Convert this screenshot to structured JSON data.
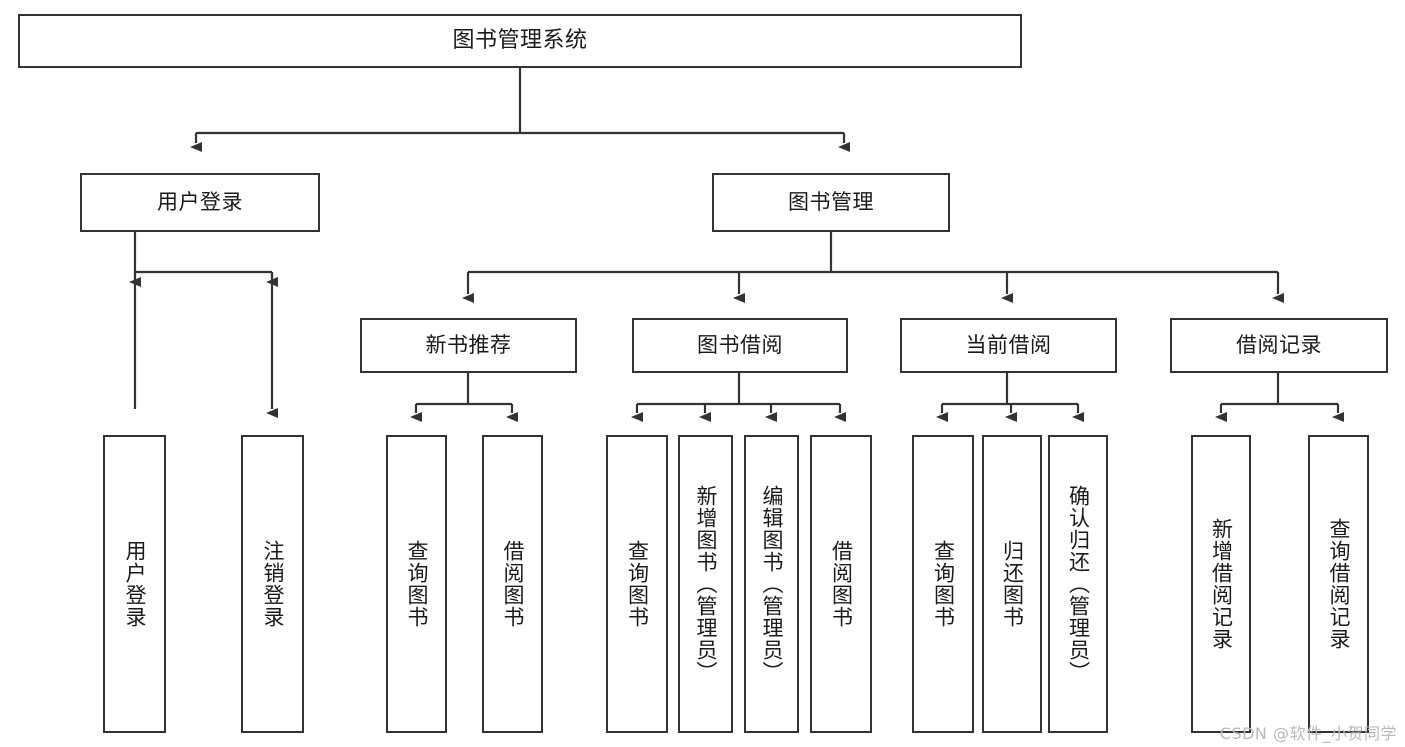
{
  "diagram": {
    "title": "图书管理系统",
    "watermark": "CSDN @软件_小贺同学",
    "colors": {
      "stroke": "#333333",
      "fill": "#ffffff",
      "text": "#1a1a1a",
      "watermark": "#b9b9b9"
    },
    "nodes": {
      "root": {
        "label": "图书管理系统",
        "orientation": "horizontal"
      },
      "level2": [
        {
          "id": "user-login",
          "label": "用户登录",
          "orientation": "horizontal"
        },
        {
          "id": "book-management",
          "label": "图书管理",
          "orientation": "horizontal"
        }
      ],
      "level3": [
        {
          "id": "new-book-recommend",
          "label": "新书推荐",
          "orientation": "horizontal"
        },
        {
          "id": "book-borrow",
          "label": "图书借阅",
          "orientation": "horizontal"
        },
        {
          "id": "current-borrow",
          "label": "当前借阅",
          "orientation": "horizontal"
        },
        {
          "id": "borrow-record",
          "label": "借阅记录",
          "orientation": "horizontal"
        }
      ],
      "leaves": [
        {
          "id": "leaf-user-login",
          "label": "用户登录",
          "parent": "user-login",
          "orientation": "vertical"
        },
        {
          "id": "leaf-user-logout",
          "label": "注销登录",
          "parent": "user-login",
          "orientation": "vertical"
        },
        {
          "id": "leaf-query-book-1",
          "label": "查询图书",
          "parent": "new-book-recommend",
          "orientation": "vertical"
        },
        {
          "id": "leaf-borrow-book-1",
          "label": "借阅图书",
          "parent": "new-book-recommend",
          "orientation": "vertical"
        },
        {
          "id": "leaf-query-book-2",
          "label": "查询图书",
          "parent": "book-borrow",
          "orientation": "vertical"
        },
        {
          "id": "leaf-add-book",
          "label": "新增图书（管理员）",
          "parent": "book-borrow",
          "orientation": "vertical"
        },
        {
          "id": "leaf-edit-book",
          "label": "编辑图书（管理员）",
          "parent": "book-borrow",
          "orientation": "vertical"
        },
        {
          "id": "leaf-borrow-book-2",
          "label": "借阅图书",
          "parent": "book-borrow",
          "orientation": "vertical"
        },
        {
          "id": "leaf-query-book-3",
          "label": "查询图书",
          "parent": "current-borrow",
          "orientation": "vertical"
        },
        {
          "id": "leaf-return-book",
          "label": "归还图书",
          "parent": "current-borrow",
          "orientation": "vertical"
        },
        {
          "id": "leaf-confirm-return",
          "label": "确认归还（管理员）",
          "parent": "current-borrow",
          "orientation": "vertical"
        },
        {
          "id": "leaf-add-record",
          "label": "新增借阅记录",
          "parent": "borrow-record",
          "orientation": "vertical"
        },
        {
          "id": "leaf-query-record",
          "label": "查询借阅记录",
          "parent": "borrow-record",
          "orientation": "vertical"
        }
      ]
    }
  }
}
